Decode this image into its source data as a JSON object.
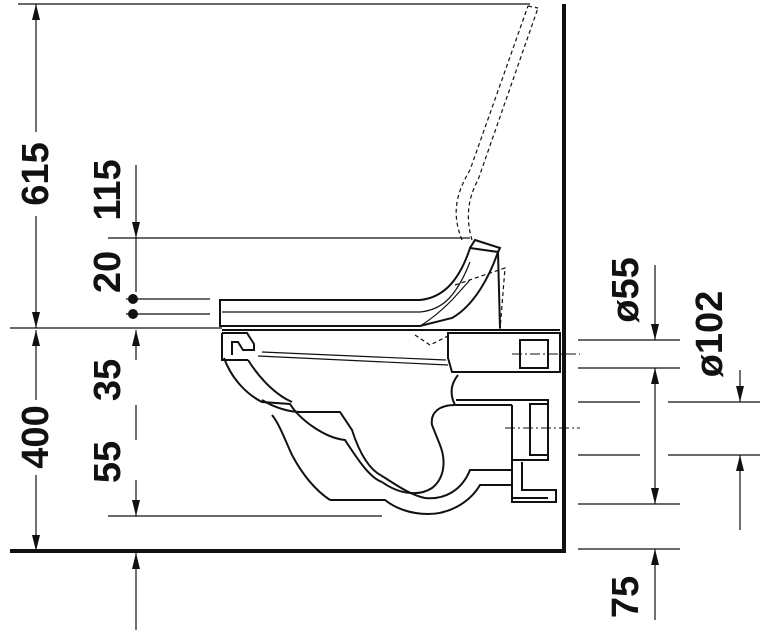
{
  "dimensions": {
    "d615": "615",
    "d115": "115",
    "d20": "20",
    "d400": "400",
    "d35": "35",
    "d55": "55",
    "d75": "75",
    "dia55": "ø55",
    "dia102": "ø102"
  }
}
